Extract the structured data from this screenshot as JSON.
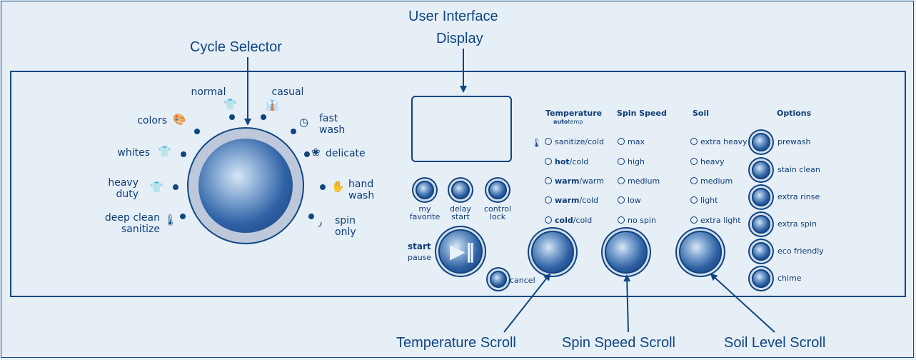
{
  "callouts": {
    "ui_display_1": "User Interface",
    "ui_display_2": "Display",
    "cycle_selector": "Cycle Selector",
    "temperature_scroll": "Temperature Scroll",
    "spin_speed_scroll": "Spin Speed Scroll",
    "soil_level_scroll": "Soil Level Scroll"
  },
  "cycles": {
    "normal": "normal",
    "casual": "casual",
    "colors": "colors",
    "fast_1": "fast",
    "fast_2": "wash",
    "whites": "whites",
    "delicate": "delicate",
    "heavy_1": "heavy",
    "heavy_2": "duty",
    "hand_1": "hand",
    "hand_2": "wash",
    "deep_1": "deep clean",
    "deep_2": "sanitize",
    "spin_1": "spin",
    "spin_2": "only"
  },
  "buttons": {
    "my_favorite_1": "my",
    "my_favorite_2": "favorite",
    "delay_start_1": "delay",
    "delay_start_2": "start",
    "control_lock_1": "control",
    "control_lock_2": "lock",
    "start": "start",
    "pause": "pause",
    "cancel": "cancel"
  },
  "headers": {
    "temperature": "Temperature",
    "autotemp_bold": "auto",
    "autotemp_rest": "temp",
    "spin_speed": "Spin Speed",
    "soil": "Soil",
    "options": "Options"
  },
  "temperature": [
    {
      "bold": "",
      "rest": "sanitize/cold"
    },
    {
      "bold": "hot",
      "rest": "/cold"
    },
    {
      "bold": "warm",
      "rest": "/warm"
    },
    {
      "bold": "warm",
      "rest": "/cold"
    },
    {
      "bold": "cold",
      "rest": "/cold"
    }
  ],
  "spin_speed": [
    "max",
    "high",
    "medium",
    "low",
    "no spin"
  ],
  "soil": [
    "extra heavy",
    "heavy",
    "medium",
    "light",
    "extra light"
  ],
  "options": [
    "prewash",
    "stain clean",
    "extra rinse",
    "extra spin",
    "eco friendly",
    "chime"
  ],
  "colors": {
    "ink": "#0f3e78",
    "background": "#e6eef6",
    "knob": "#2c5ea0"
  }
}
